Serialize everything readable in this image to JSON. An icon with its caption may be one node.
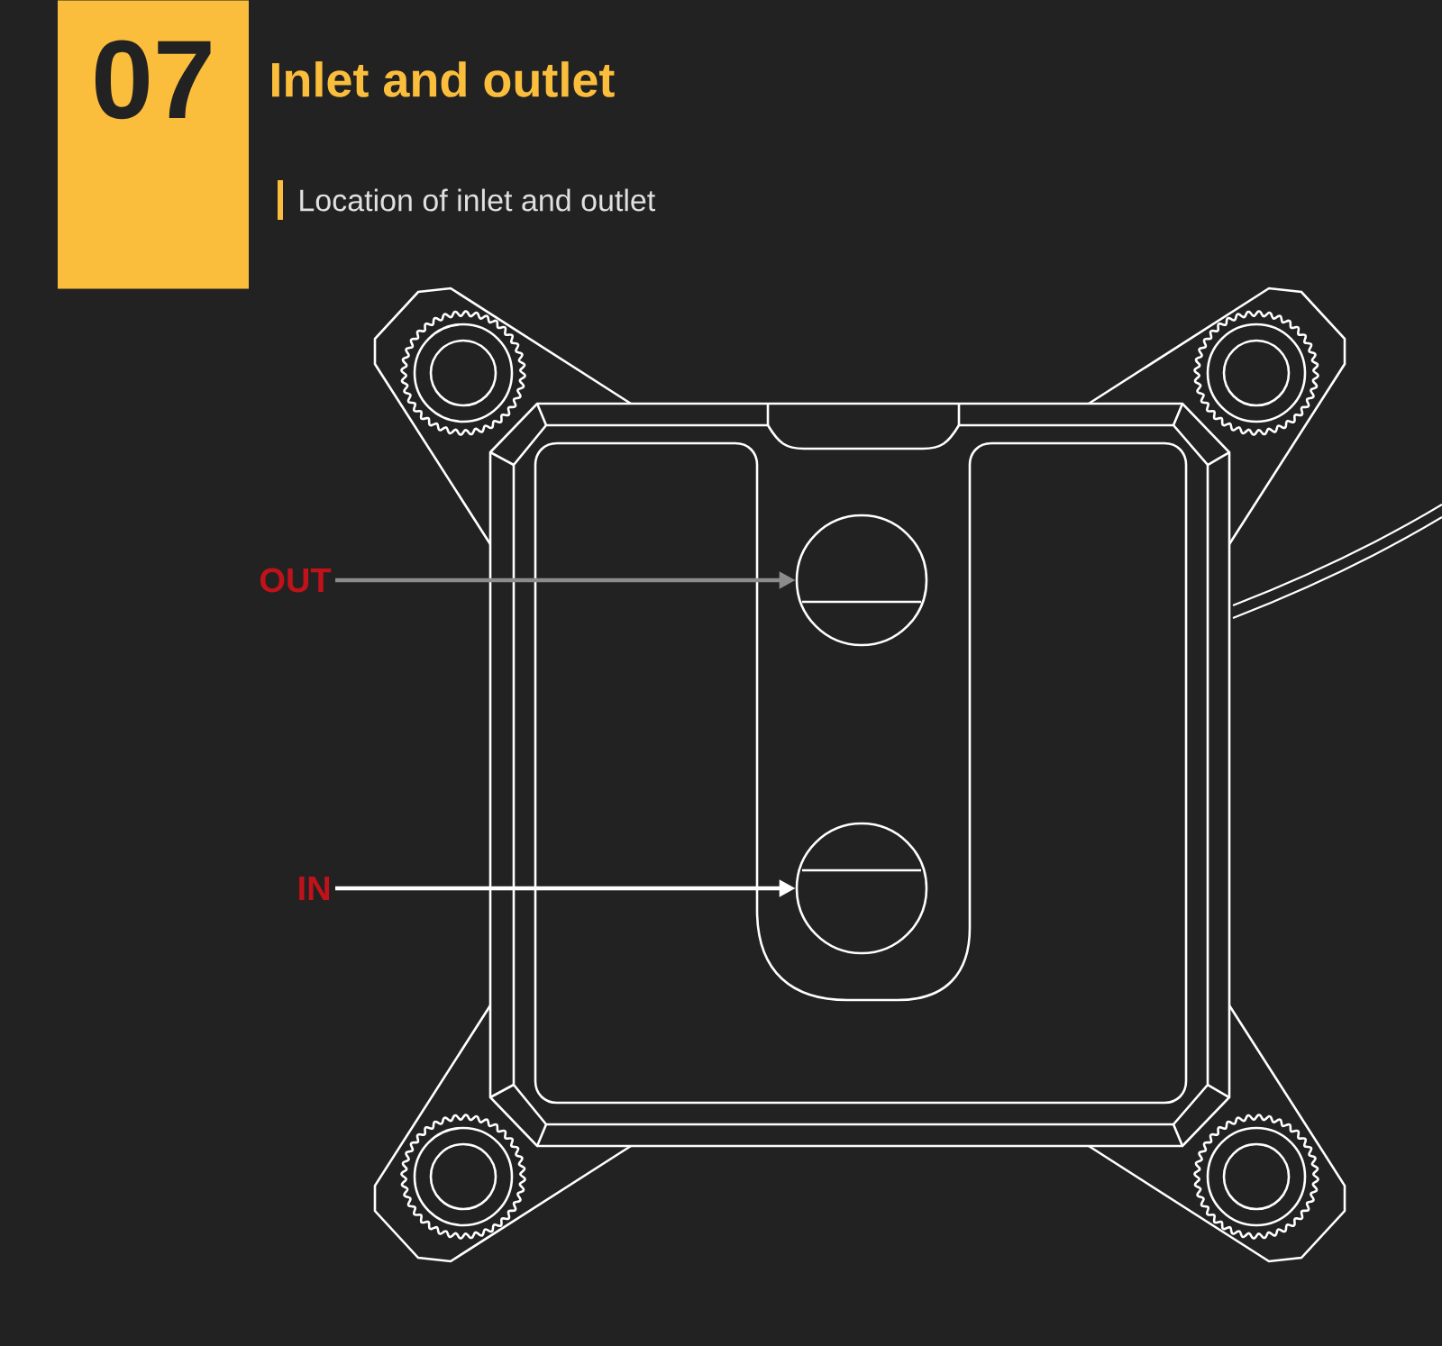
{
  "diagram": {
    "title": "Inlet and outlet",
    "nodes": [
      {
        "text": [
          "07"
        ]
      },
      {
        "text": [
          "OUT"
        ]
      },
      {
        "text": [],
        "shape": "circle"
      },
      {
        "text": [
          "IN"
        ]
      },
      {
        "text": [],
        "shape": "circle"
      }
    ],
    "edges": [
      {
        "from": 1,
        "to": 2,
        "arrow": "to",
        "color": "#8c8c8c"
      },
      {
        "from": 3,
        "to": 4,
        "arrow": "to",
        "color": "#ffffff"
      }
    ],
    "labels": [
      "Location of inlet and outlet"
    ]
  }
}
